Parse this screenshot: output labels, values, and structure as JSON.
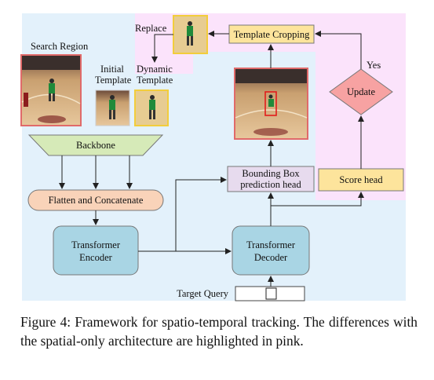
{
  "figure": {
    "labels": {
      "search_region": "Search Region",
      "initial_template": [
        "Initial",
        "Template"
      ],
      "dynamic_template": [
        "Dynamic",
        "Template"
      ],
      "replace": "Replace",
      "template_cropping": "Template Cropping",
      "yes": "Yes",
      "update": "Update",
      "backbone": "Backbone",
      "flatten_concat": "Flatten and Concatenate",
      "bbox_head": [
        "Bounding Box",
        "prediction head"
      ],
      "score_head": "Score head",
      "transformer_encoder": [
        "Transformer",
        "Encoder"
      ],
      "transformer_decoder": [
        "Transformer",
        "Decoder"
      ],
      "target_query": "Target Query"
    },
    "colors": {
      "blue_bg": "#e3f1fb",
      "pink_bg": "#fbe3fb",
      "backbone": "#d6eab8",
      "flatten": "#f9d3b9",
      "transformer": "#a9d5e4",
      "bbox_head": "#e7dbee",
      "yellow_box": "#fde49c",
      "update_diamond": "#f7a2a2"
    }
  },
  "caption": "Figure 4: Framework for spatio-temporal tracking. The differences with the spatial-only architecture are highlighted in pink."
}
